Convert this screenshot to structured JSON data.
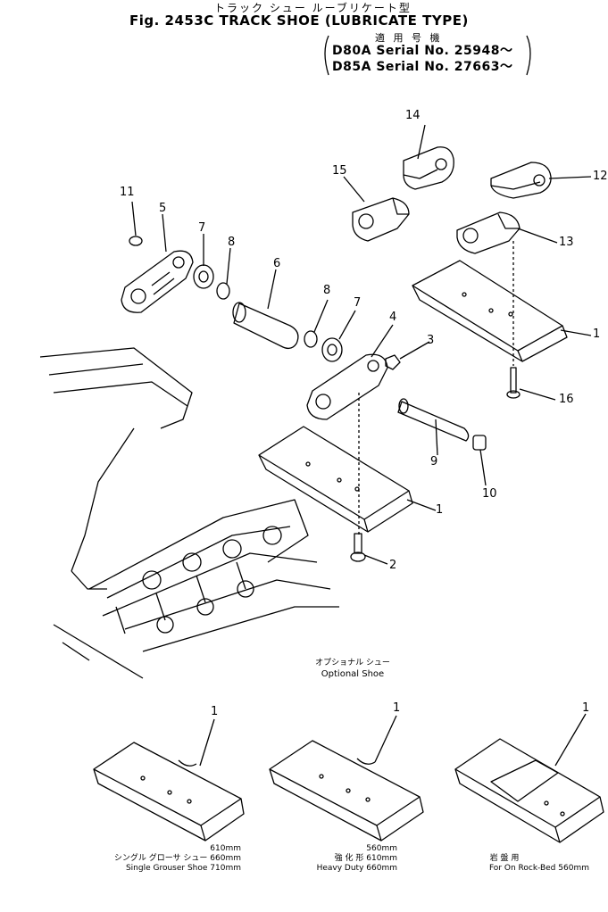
{
  "header": {
    "title_jp": "トラック シュー ルーブリケート型",
    "title": "Fig. 2453C TRACK SHOE (LUBRICATE TYPE)",
    "applicable_jp": "適 用 号 機",
    "serial_1": "D80A Serial No. 25948～",
    "serial_2": "D85A Serial No. 27663～"
  },
  "callouts": {
    "c1a": "1",
    "c1b": "1",
    "c2": "2",
    "c3": "3",
    "c4": "4",
    "c5": "5",
    "c6": "6",
    "c7a": "7",
    "c7b": "7",
    "c8a": "8",
    "c8b": "8",
    "c9": "9",
    "c10": "10",
    "c11": "11",
    "c12": "12",
    "c13": "13",
    "c14": "14",
    "c15": "15",
    "c16": "16",
    "opt1": "1",
    "opt2": "1",
    "opt3": "1"
  },
  "optional": {
    "label_jp": "オプショナル シュー",
    "label": "Optional Shoe"
  },
  "options": [
    {
      "sizes": [
        "610mm",
        "660mm",
        "710mm"
      ],
      "name_jp": "シングル グローサ シュー",
      "name": "Single Grouser Shoe"
    },
    {
      "sizes": [
        "560mm",
        "610mm",
        "660mm"
      ],
      "name_jp": "強 化 形",
      "name": "Heavy Duty"
    },
    {
      "sizes": [
        "560mm"
      ],
      "name_jp": "岩 盤 用",
      "name": "For On Rock-Bed"
    }
  ]
}
